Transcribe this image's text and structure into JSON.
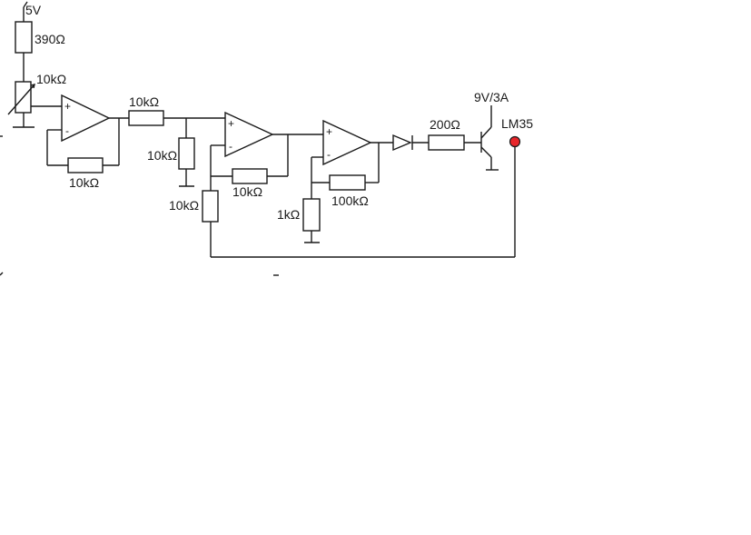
{
  "supply": {
    "label": "5V"
  },
  "resistors": {
    "r_top": "390Ω",
    "pot": "10kΩ",
    "r_fb1": "10kΩ",
    "r_series": "10kΩ",
    "r_shunt": "10kΩ",
    "r_fb2": "10kΩ",
    "r_in2": "10kΩ",
    "r_fb3": "100kΩ",
    "r_gnd3": "1kΩ",
    "r_base": "200Ω"
  },
  "transistor": {
    "rating": "9V/3A"
  },
  "sensor": {
    "label": "LM35",
    "color": "#e8262a"
  },
  "opamp_signs": {
    "plus": "+",
    "minus": "-"
  }
}
